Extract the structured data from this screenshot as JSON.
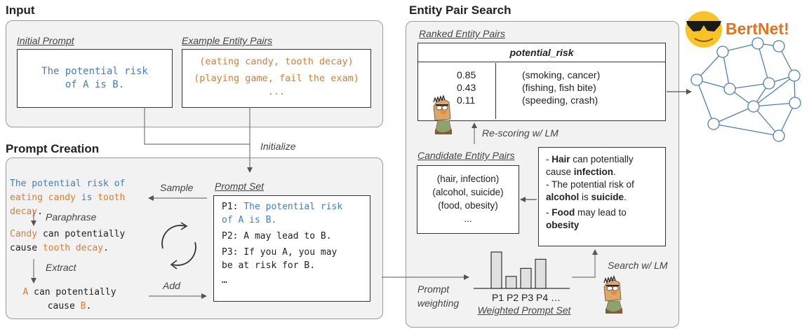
{
  "sections": {
    "input": "Input",
    "prompt_creation": "Prompt Creation",
    "entity_pair_search": "Entity Pair Search"
  },
  "brand": {
    "name": "BertNet!",
    "accent": "#e8711c"
  },
  "input": {
    "initial_prompt_label": "Initial Prompt",
    "initial_prompt_line1": "The potential risk",
    "initial_prompt_line2": "of A is B.",
    "example_pairs_label": "Example Entity Pairs",
    "example_pair1": "(eating candy, tooth decay)",
    "example_pair2": "(playing game, fail the exam)",
    "example_more": "..."
  },
  "arrows": {
    "initialize": "Initialize",
    "sample": "Sample",
    "paraphrase": "Paraphrase",
    "extract": "Extract",
    "add": "Add",
    "prompt_weighting_1": "Prompt",
    "prompt_weighting_2": "weighting",
    "rescoring": "Re-scoring w/ LM",
    "search": "Search w/ LM"
  },
  "prompt_creation": {
    "sampled": {
      "line1_a": "The potential risk of",
      "line2_a": "eating candy",
      "line2_b": " is ",
      "line2_c": "tooth",
      "line3_a": "decay",
      "line3_b": "."
    },
    "paraphrased": {
      "line1_a": "Candy",
      "line1_b": " can potentially",
      "line2_a": "cause ",
      "line2_b": "tooth decay",
      "line2_c": "."
    },
    "extracted": {
      "line1_a": "A",
      "line1_b": " can potentially",
      "line2_a": "cause ",
      "line2_b": "B",
      "line2_c": "."
    },
    "prompt_set_label": "Prompt Set",
    "prompt_set": {
      "p1_id": "P1: ",
      "p1_l1": "The potential risk",
      "p1_l2": "of A is B.",
      "p2": "P2: A may lead to B.",
      "p3_l1": "P3: If you A, you may",
      "p3_l2": "be at risk for B.",
      "more": "…"
    }
  },
  "weighted": {
    "label": "Weighted Prompt Set",
    "ticks": "P1 P2 P3 P4 …"
  },
  "chart_data": {
    "type": "bar",
    "categories": [
      "P1",
      "P2",
      "P3",
      "P4"
    ],
    "values": [
      1.0,
      0.33,
      0.55,
      0.8
    ]
  },
  "ranked": {
    "label": "Ranked Entity Pairs",
    "header": "potential_risk",
    "scores": [
      "0.85",
      "0.43",
      "0.11"
    ],
    "pairs": [
      "(smoking, cancer)",
      "(fishing, fish bite)",
      "(speeding, crash)"
    ]
  },
  "candidates": {
    "label": "Candidate Entity Pairs",
    "items": [
      "(hair, infection)",
      "(alcohol, suicide)",
      "(food, obesity)",
      "..."
    ]
  },
  "generated": {
    "s1_a": "- ",
    "s1_b": "Hair",
    "s1_c": " can potentially",
    "s1_d": "cause ",
    "s1_e": "infection",
    "s1_f": ".",
    "s2_a": "- The potential risk of",
    "s2_b": "alcohol",
    "s2_c": " is ",
    "s2_d": "suicide",
    "s2_e": ".",
    "s3_a": "- ",
    "s3_b": "Food",
    "s3_c": " may lead to",
    "s3_d": "obesity"
  }
}
